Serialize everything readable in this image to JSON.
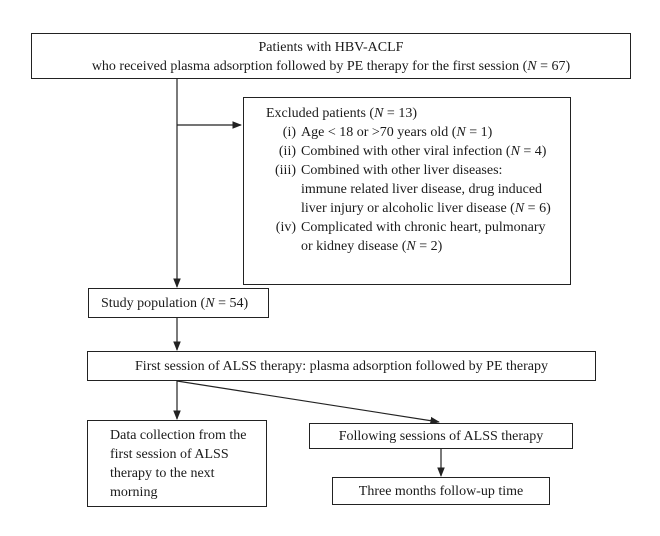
{
  "boxes": {
    "patients": {
      "line1": "Patients with HBV-ACLF",
      "line2_pre": "who received plasma adsorption followed by PE therapy for the first session (",
      "n_var": "N",
      "line2_post": " = 67)"
    },
    "excluded": {
      "title_pre": "Excluded patients (",
      "n_var": "N",
      "title_post": " = 13)",
      "items": [
        {
          "marker": "(i)",
          "lines": [
            {
              "pre": "Age < 18 or >70 years old (",
              "n": "N",
              "post": " = 1)"
            }
          ]
        },
        {
          "marker": "(ii)",
          "lines": [
            {
              "pre": "Combined with other viral infection (",
              "n": "N",
              "post": " = 4)"
            }
          ]
        },
        {
          "marker": "(iii)",
          "lines": [
            {
              "pre": "Combined with other liver diseases:",
              "n": "",
              "post": ""
            },
            {
              "pre": "immune related liver disease, drug induced",
              "n": "",
              "post": ""
            },
            {
              "pre": "liver injury or alcoholic liver disease (",
              "n": "N",
              "post": " = 6)"
            }
          ]
        },
        {
          "marker": "(iv)",
          "lines": [
            {
              "pre": "Complicated with chronic heart, pulmonary",
              "n": "",
              "post": ""
            },
            {
              "pre": "or kidney disease (",
              "n": "N",
              "post": " = 2)"
            }
          ]
        }
      ]
    },
    "study": {
      "pre": "Study population (",
      "n_var": "N",
      "post": " = 54)"
    },
    "first_session": {
      "text": "First session of ALSS therapy: plasma adsorption followed by PE therapy"
    },
    "data_collection": {
      "lines": [
        "Data collection from the",
        "first session of ALSS",
        "therapy to the next",
        "morning"
      ]
    },
    "following": {
      "text": "Following sessions of ALSS therapy"
    },
    "followup": {
      "text": "Three months follow-up time"
    }
  }
}
